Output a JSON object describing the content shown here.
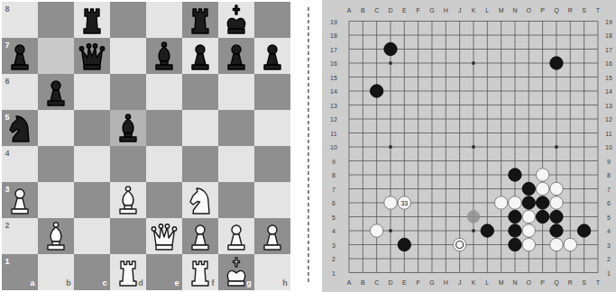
{
  "diagram": {
    "labels": [
      "8",
      "7",
      "6",
      "5",
      "4",
      "3",
      "2",
      "1",
      "a",
      "b",
      "c",
      "d",
      "e",
      "f",
      "g",
      "h",
      "A",
      "B",
      "C",
      "D",
      "E",
      "F",
      "G",
      "H",
      "J",
      "K",
      "L",
      "M",
      "N",
      "O",
      "P",
      "Q",
      "R",
      "S",
      "T",
      "A",
      "B",
      "C",
      "D",
      "E",
      "F",
      "G",
      "H",
      "J",
      "K",
      "L",
      "M",
      "N",
      "O",
      "P",
      "Q",
      "R",
      "S",
      "T",
      "19",
      "18",
      "17",
      "16",
      "15",
      "14",
      "13",
      "12",
      "11",
      "10",
      "9",
      "8",
      "7",
      "6",
      "5",
      "4",
      "3",
      "2",
      "1",
      "19",
      "18",
      "17",
      "16",
      "15",
      "14",
      "13",
      "12",
      "11",
      "10",
      "9",
      "8",
      "7",
      "6",
      "5",
      "4",
      "3",
      "2",
      "1",
      "33"
    ]
  }
}
